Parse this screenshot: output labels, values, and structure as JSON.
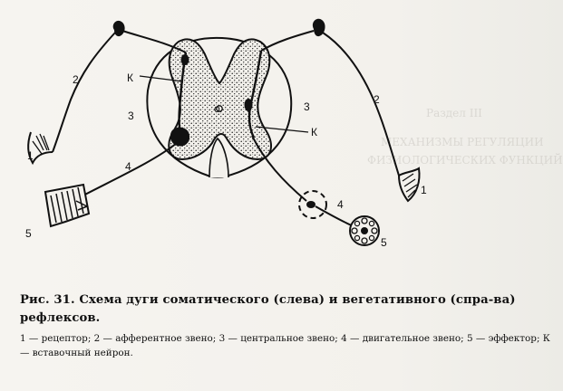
{
  "figure": {
    "labels": {
      "k_left": "К",
      "k_right": "К",
      "center": "о",
      "receptor_left": "1",
      "receptor_right": "1",
      "afferent_left": "2",
      "afferent_right": "2",
      "central_left": "3",
      "central_right": "3",
      "motor_left": "4",
      "motor_right": "4",
      "effector_left": "5",
      "effector_right": "5"
    }
  },
  "caption": {
    "title": "Рис. 31. Схема дуги соматического (слева) и вегетативного (спра-ва) рефлексов.",
    "legend": "1 — рецептор; 2 — афферентное звено; 3 — центральное звено; 4 — двигательное звено; 5 — эффектор; К — вставочный нейрон."
  },
  "bleed_through": {
    "line1": "Раздел III",
    "line2": "МЕХАНИЗМЫ РЕГУЛЯЦИИ",
    "line3": "ФИЗИОЛОГИЧЕСКИХ ФУНКЦИЙ"
  }
}
